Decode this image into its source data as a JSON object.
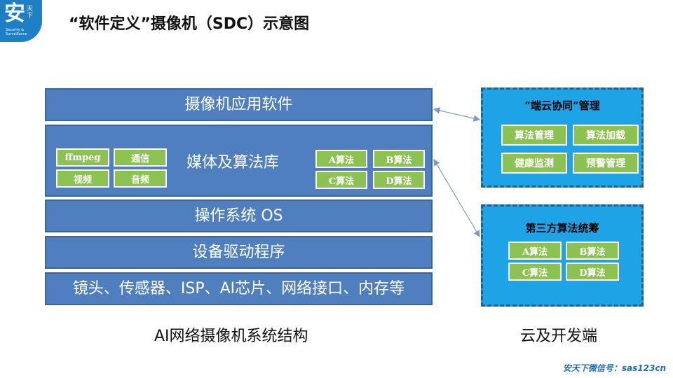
{
  "logo": {
    "main": "安",
    "side": "天下",
    "sub1": "Security &",
    "sub2": "Surveillance"
  },
  "title": "“软件定义”摄像机（SDC）示意图",
  "layers": {
    "app": "摄像机应用软件",
    "media": "媒体及算法库",
    "os": "操作系统 OS",
    "driver": "设备驱动程序",
    "hardware": "镜头、传感器、ISP、AI芯片、网络接口、内存等"
  },
  "media_items": [
    "ffmpeg",
    "通信",
    "视频",
    "音频"
  ],
  "algo_items": [
    "A算法",
    "B算法",
    "C算法",
    "D算法"
  ],
  "cloud_mgmt": {
    "title": "“端云协同”管理",
    "items": [
      "算法管理",
      "算法加载",
      "健康监测",
      "预警管理"
    ]
  },
  "third_party": {
    "title": "第三方算法统筹",
    "items": [
      "A算法",
      "B算法",
      "C算法",
      "D算法"
    ]
  },
  "captions": {
    "left": "AI网络摄像机系统结构",
    "right": "云及开发端"
  },
  "footer": "安天下微信号：sas123cn",
  "colors": {
    "layer": "#4f7fbe",
    "green": "#8cc251",
    "cloud": "#1ea3e6",
    "border": "#2a5d8a"
  }
}
